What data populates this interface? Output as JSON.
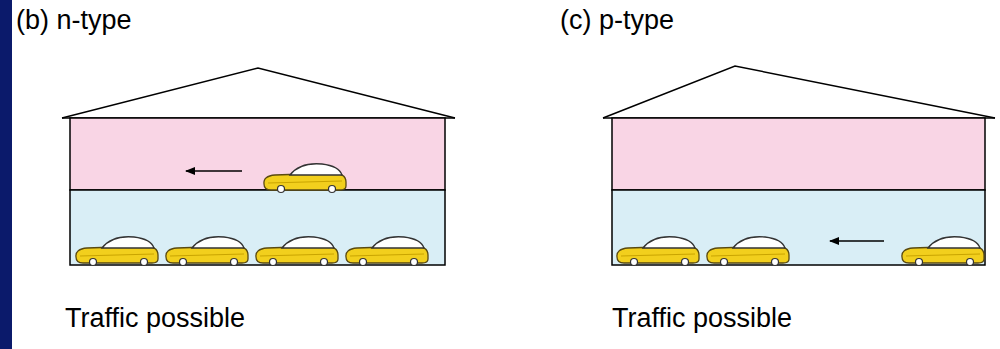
{
  "diagram": {
    "nodes": [
      {
        "text": [
          "(b) n-type",
          "Traffic possible"
        ]
      },
      {
        "text": [
          "(c) p-type",
          "Traffic possible"
        ]
      }
    ]
  }
}
